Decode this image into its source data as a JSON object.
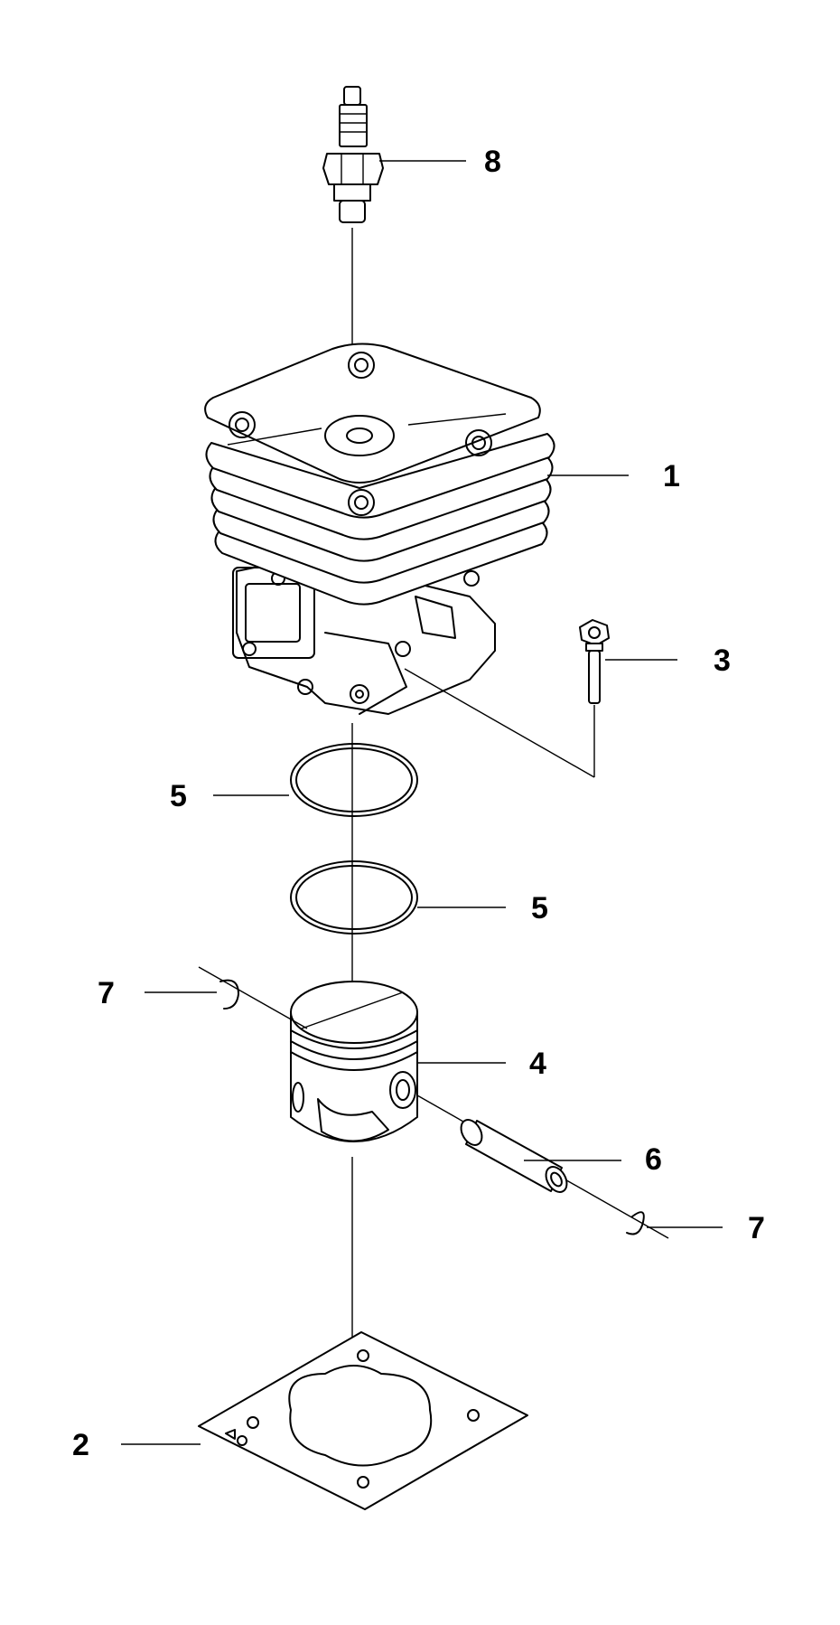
{
  "diagram": {
    "callouts": {
      "part_1": "1",
      "part_2": "2",
      "part_3": "3",
      "part_4": "4",
      "part_5_upper": "5",
      "part_5_lower": "5",
      "part_6": "6",
      "part_7_left": "7",
      "part_7_right": "7",
      "part_8": "8"
    },
    "colors": {
      "ink": "#000000",
      "background": "#ffffff"
    }
  }
}
